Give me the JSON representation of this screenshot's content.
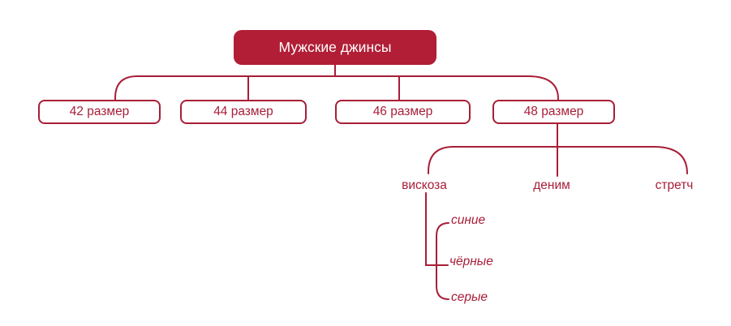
{
  "diagram": {
    "root_label": "Мужские джинсы",
    "size_nodes": [
      {
        "label": "42 размер"
      },
      {
        "label": "44 размер"
      },
      {
        "label": "46 размер"
      },
      {
        "label": "48 размер"
      }
    ],
    "material_labels": [
      {
        "label": "вискоза"
      },
      {
        "label": "деним"
      },
      {
        "label": "стретч"
      }
    ],
    "color_labels": [
      {
        "label": "синие"
      },
      {
        "label": "чёрные"
      },
      {
        "label": "серые"
      }
    ],
    "colors": {
      "accent": "#A81E38",
      "root_fill": "#B11E36",
      "root_text": "#FFFFFF",
      "background": "#FFFFFF"
    }
  }
}
